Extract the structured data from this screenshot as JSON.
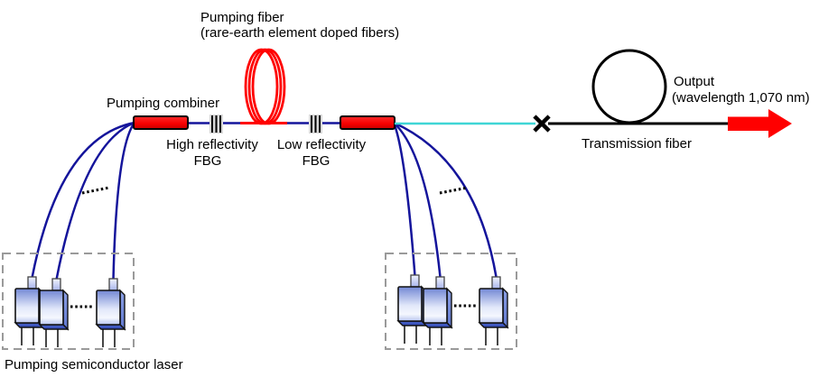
{
  "diagram": {
    "labels": {
      "pumping_fiber_line1": "Pumping fiber",
      "pumping_fiber_line2": "(rare-earth element doped fibers)",
      "pumping_combiner": "Pumping combiner",
      "high_reflectivity_line1": "High reflectivity",
      "high_reflectivity_line2": "FBG",
      "low_reflectivity_line1": "Low reflectivity",
      "low_reflectivity_line2": "FBG",
      "output_line1": "Output",
      "output_line2": "(wavelength 1,070 nm)",
      "transmission_fiber": "Transmission fiber",
      "pumping_semiconductor_laser": "Pumping semiconductor laser"
    },
    "icons": {
      "splice": "x-splice-mark",
      "output_arrow": "right-arrow",
      "fiber_coil": "coiled-fiber-loops",
      "output_loop": "fiber-loop-circle",
      "fbg_grating": "triple-tick-grating"
    },
    "colors": {
      "fiber_navy": "#14149B",
      "pump_red": "#FF0000",
      "signal_cyan": "#3FD6D6",
      "line_black": "#000000",
      "dashed_gray": "#9A9A9A",
      "module_blue": "#5F77CF"
    }
  }
}
